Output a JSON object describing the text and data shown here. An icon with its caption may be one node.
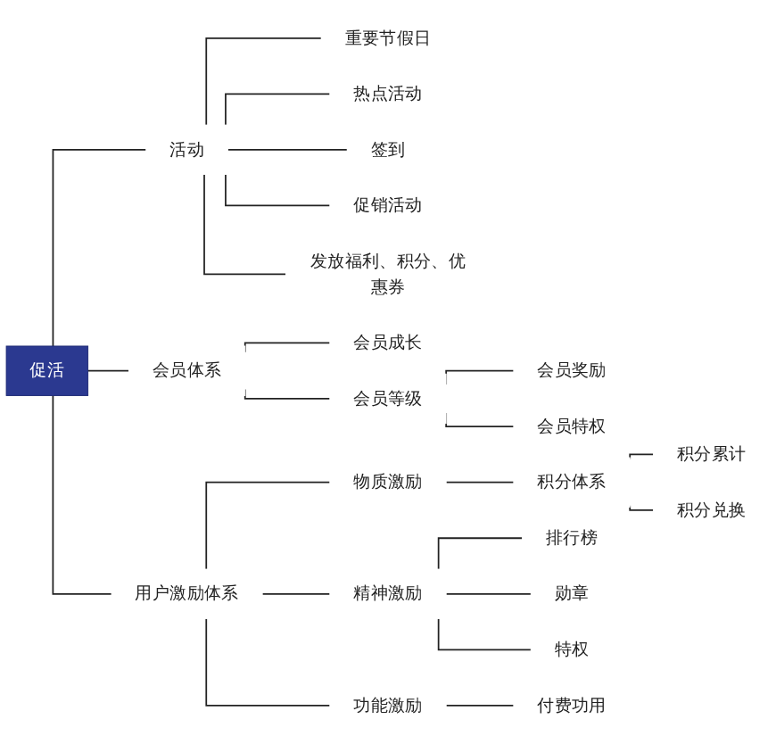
{
  "diagram": {
    "nodes": [
      {
        "text": [
          "促活"
        ]
      },
      {
        "text": [
          "活动"
        ]
      },
      {
        "text": [
          "重要节假日"
        ]
      },
      {
        "text": [
          "热点活动"
        ]
      },
      {
        "text": [
          "签到"
        ]
      },
      {
        "text": [
          "促销活动"
        ]
      },
      {
        "text": [
          "发放福利、积分、优惠券"
        ]
      },
      {
        "text": [
          "会员体系"
        ]
      },
      {
        "text": [
          "会员成长"
        ]
      },
      {
        "text": [
          "会员等级"
        ]
      },
      {
        "text": [
          "会员奖励"
        ]
      },
      {
        "text": [
          "会员特权"
        ]
      },
      {
        "text": [
          "用户激励体系"
        ]
      },
      {
        "text": [
          "物质激励"
        ]
      },
      {
        "text": [
          "积分体系"
        ]
      },
      {
        "text": [
          "积分累计"
        ]
      },
      {
        "text": [
          "积分兑换"
        ]
      },
      {
        "text": [
          "精神激励"
        ]
      },
      {
        "text": [
          "排行榜"
        ]
      },
      {
        "text": [
          "勋章"
        ]
      },
      {
        "text": [
          "特权"
        ]
      },
      {
        "text": [
          "功能激励"
        ]
      },
      {
        "text": [
          "付费功用"
        ]
      }
    ],
    "edges": [
      {
        "from": 0,
        "to": 1,
        "arrow": "none"
      },
      {
        "from": 1,
        "to": 2,
        "arrow": "none"
      },
      {
        "from": 1,
        "to": 3,
        "arrow": "none"
      },
      {
        "from": 1,
        "to": 4,
        "arrow": "none"
      },
      {
        "from": 1,
        "to": 5,
        "arrow": "none"
      },
      {
        "from": 1,
        "to": 6,
        "arrow": "none"
      },
      {
        "from": 0,
        "to": 7,
        "arrow": "none"
      },
      {
        "from": 7,
        "to": 8,
        "arrow": "none"
      },
      {
        "from": 7,
        "to": 9,
        "arrow": "none"
      },
      {
        "from": 9,
        "to": 10,
        "arrow": "none"
      },
      {
        "from": 9,
        "to": 11,
        "arrow": "none"
      },
      {
        "from": 0,
        "to": 12,
        "arrow": "none"
      },
      {
        "from": 12,
        "to": 13,
        "arrow": "none"
      },
      {
        "from": 13,
        "to": 14,
        "arrow": "none"
      },
      {
        "from": 14,
        "to": 15,
        "arrow": "none"
      },
      {
        "from": 14,
        "to": 16,
        "arrow": "none"
      },
      {
        "from": 12,
        "to": 17,
        "arrow": "none"
      },
      {
        "from": 17,
        "to": 18,
        "arrow": "none"
      },
      {
        "from": 17,
        "to": 19,
        "arrow": "none"
      },
      {
        "from": 17,
        "to": 20,
        "arrow": "none"
      },
      {
        "from": 12,
        "to": 21,
        "arrow": "none"
      },
      {
        "from": 21,
        "to": 22,
        "arrow": "none"
      }
    ]
  }
}
